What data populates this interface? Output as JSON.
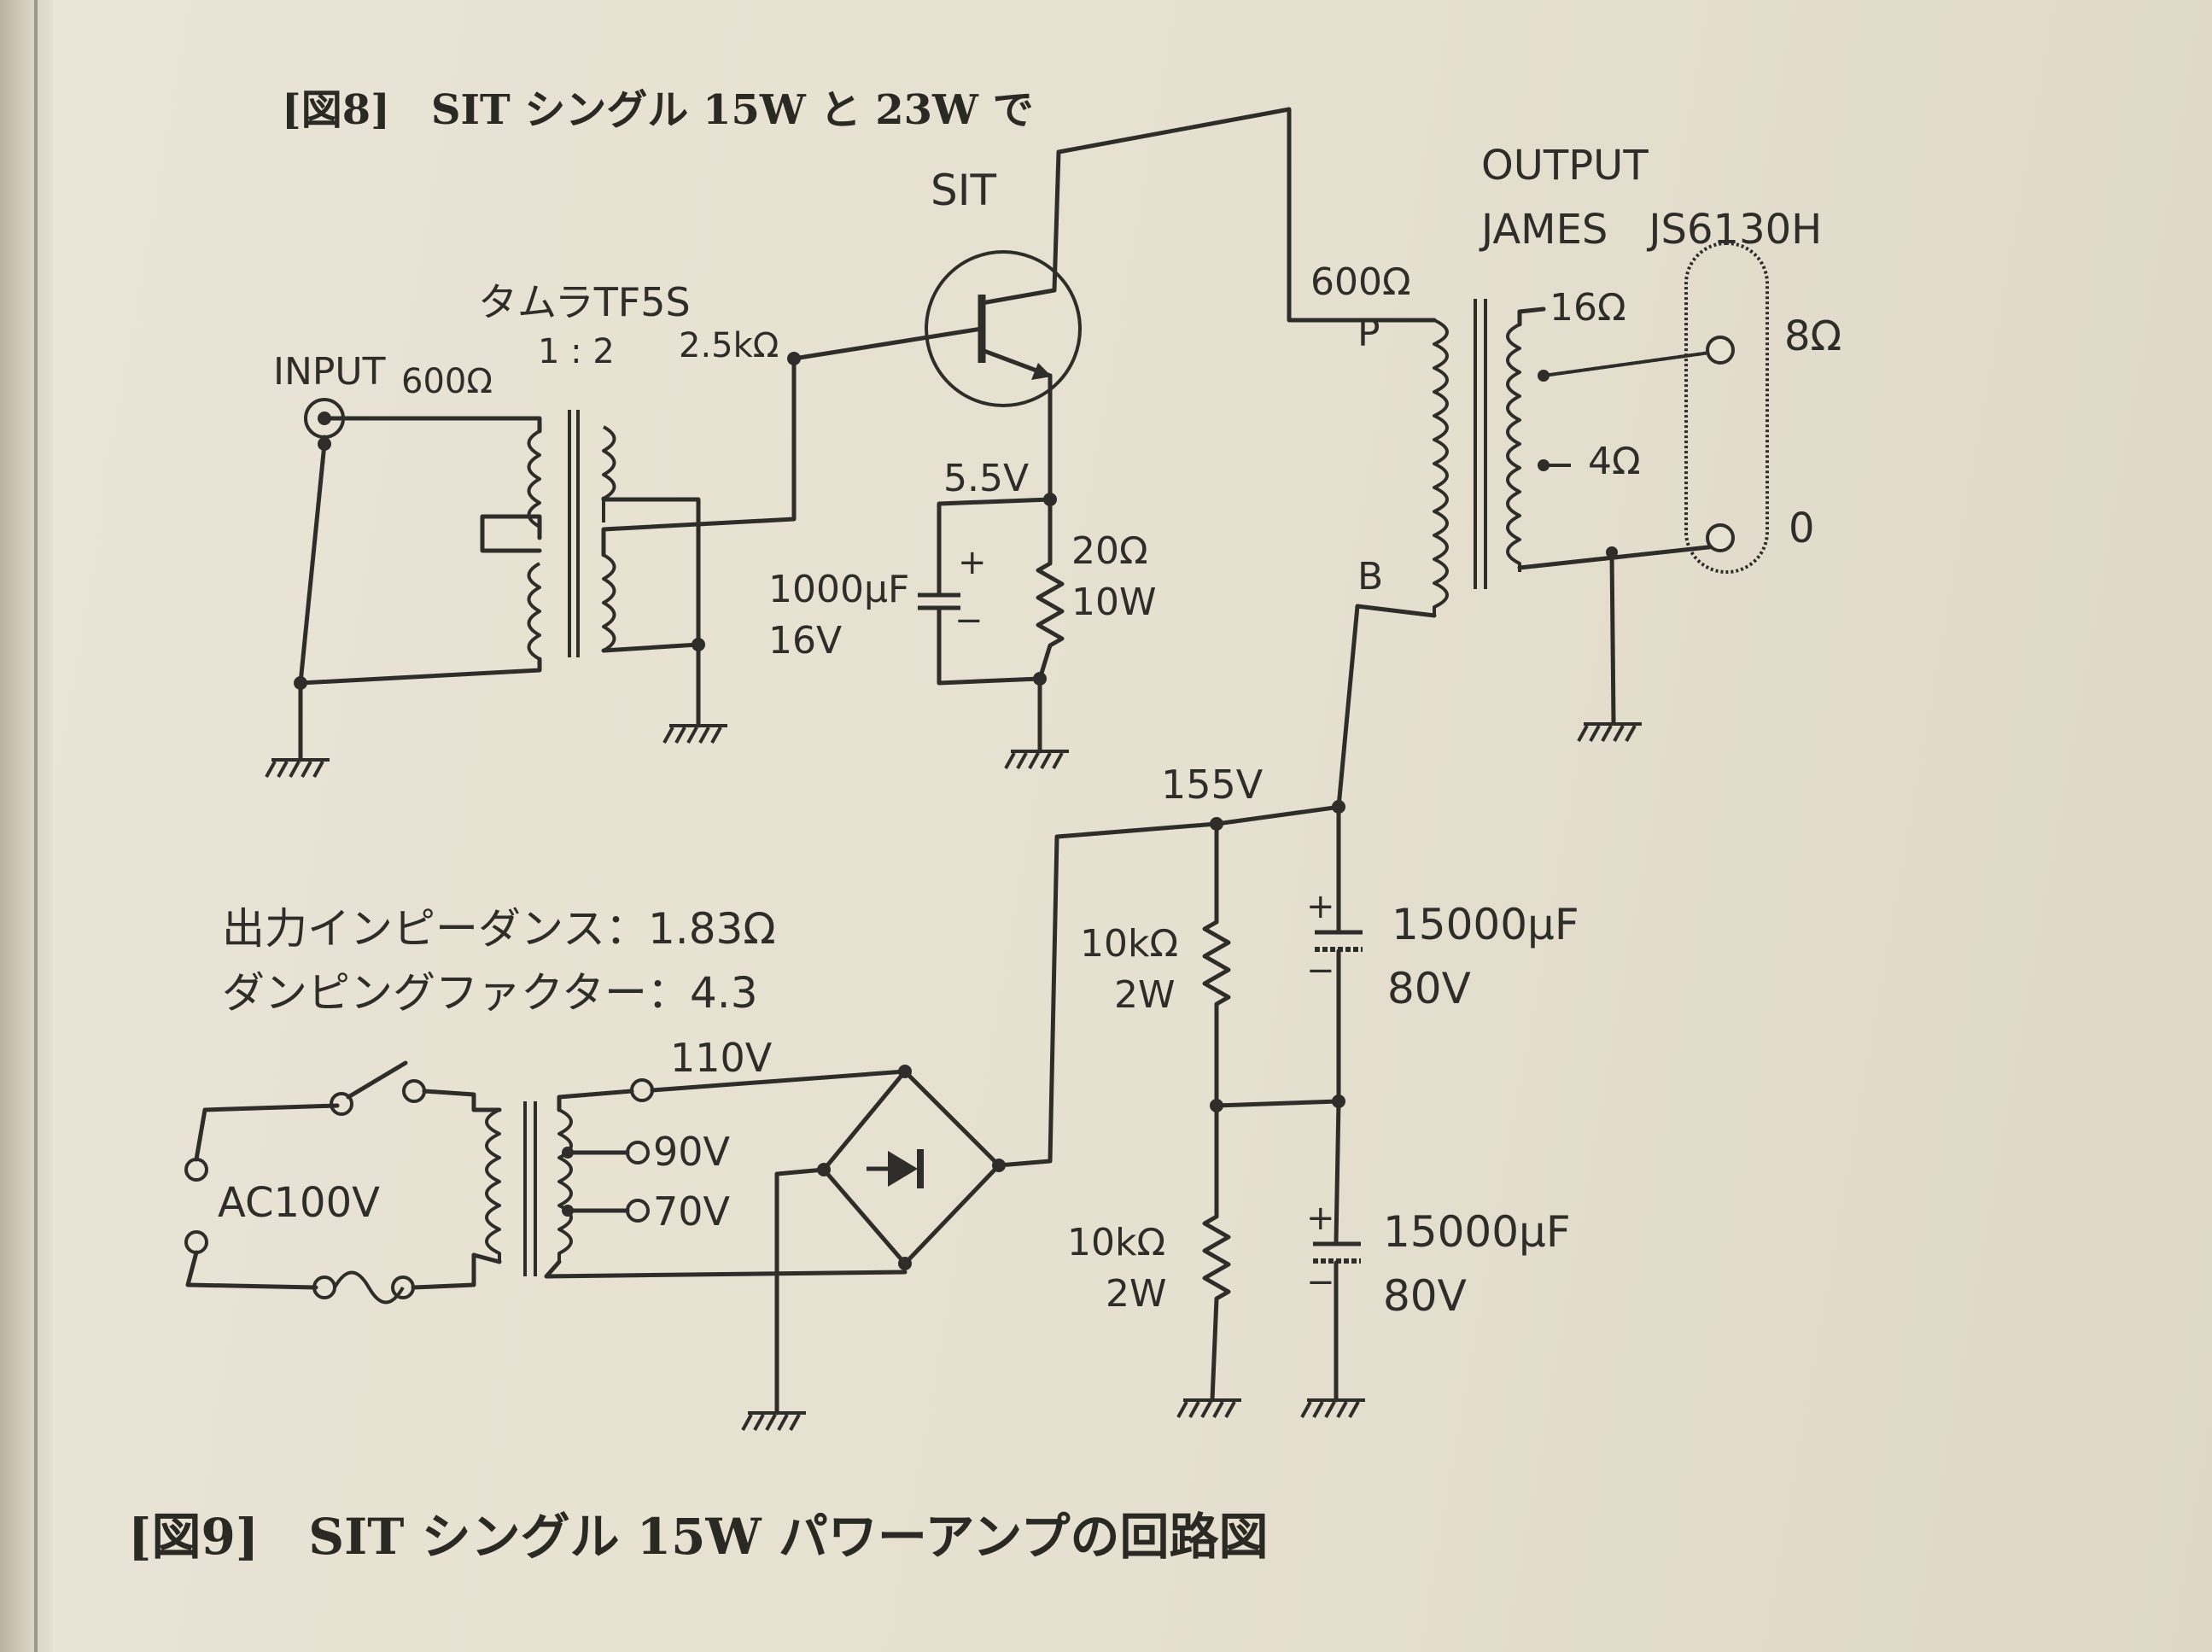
{
  "headings": {
    "fig8": "[図8]　SIT シングル 15W と 23W で",
    "fig9": "[図9]　SIT シングル 15W パワーアンプの回路図"
  },
  "input": {
    "label": "INPUT",
    "impedance": "600Ω"
  },
  "input_transformer": {
    "name": "タムラTF5S",
    "ratio": "1 : 2",
    "secondary": "2.5kΩ"
  },
  "sit": {
    "label": "SIT",
    "source_voltage": "5.5V",
    "cap_value": "1000μF",
    "cap_voltage": "16V",
    "cap_plus": "+",
    "cap_minus": "−",
    "res_value": "20Ω",
    "res_power": "10W"
  },
  "output_transformer": {
    "line1": "OUTPUT",
    "line2": "JAMES　JS6130H",
    "primary": "600Ω",
    "tap_p": "P",
    "tap_b": "B",
    "tap_16": "16Ω",
    "tap_8": "8Ω",
    "tap_4": "4Ω",
    "tap_0": "0"
  },
  "specs": {
    "line1": "出力インピーダンス：1.83Ω",
    "line2": "ダンピングファクター：4.3"
  },
  "power_supply": {
    "mains": "AC100V",
    "tap_110": "110V",
    "tap_90": "90V",
    "tap_70": "70V",
    "b_plus": "155V",
    "r1_value": "10kΩ",
    "r1_power": "2W",
    "r2_value": "10kΩ",
    "r2_power": "2W",
    "c1_value": "15000μF",
    "c1_voltage": "80V",
    "c2_value": "15000μF",
    "c2_voltage": "80V",
    "cap_plus": "+",
    "cap_minus": "−"
  }
}
